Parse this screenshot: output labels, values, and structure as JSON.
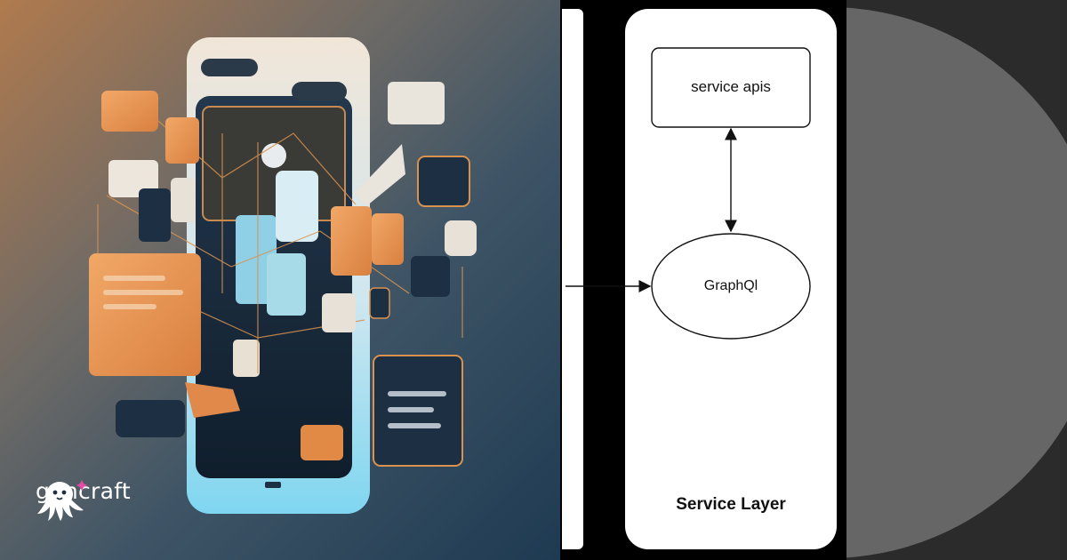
{
  "illustration": {
    "brand": {
      "name": "gencraft",
      "logo_icon": "octopus-logo-icon"
    },
    "colors": {
      "accent": "#e8904a",
      "phone_glow": "#7fd6f0",
      "dark_panel": "#1d2f42"
    }
  },
  "diagram": {
    "nodes": {
      "service_apis": "service apis",
      "graphql": "GraphQl"
    },
    "container_label": "Service Layer",
    "edges": [
      {
        "from": "service apis",
        "to": "GraphQl",
        "style": "bidirectional-arrow"
      },
      {
        "from": "external",
        "to": "GraphQl",
        "style": "arrow"
      }
    ]
  }
}
